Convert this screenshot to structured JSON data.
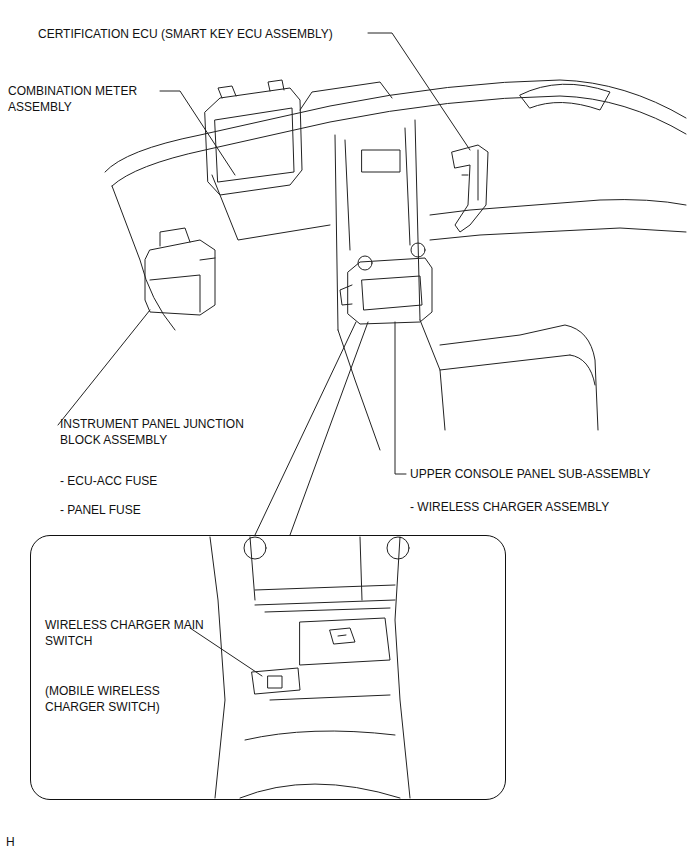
{
  "diagram": {
    "nodes": [
      {
        "text": [
          "WIRELESS CHARGER MAIN SWITCH",
          "(MOBILE WIRELESS CHARGER SWITCH)"
        ]
      }
    ],
    "labels": [
      "CERTIFICATION ECU (SMART KEY ECU ASSEMBLY)",
      "COMBINATION METER ASSEMBLY",
      "INSTRUMENT PANEL JUNCTION BLOCK ASSEMBLY",
      "- ECU-ACC FUSE",
      "- PANEL FUSE",
      "UPPER CONSOLE PANEL SUB-ASSEMBLY",
      "- WIRELESS CHARGER ASSEMBLY",
      "H"
    ]
  }
}
